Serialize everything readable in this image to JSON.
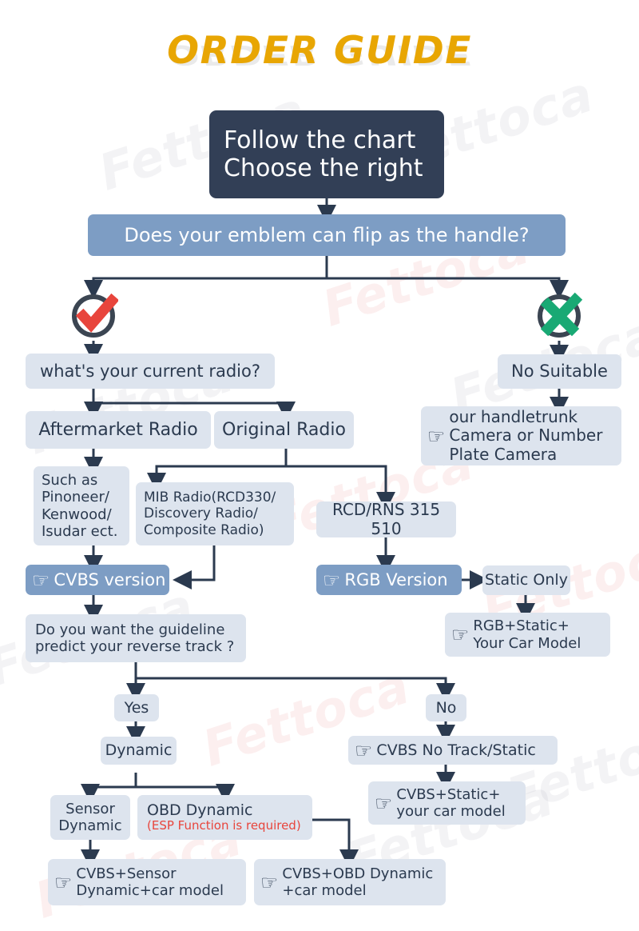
{
  "page": {
    "title": "ORDER GUIDE",
    "title_color": "#e8a603",
    "watermark_text": "Fettoca",
    "background": "#ffffff"
  },
  "palette": {
    "dark_box": "#323f56",
    "blue_box": "#7d9dc4",
    "light_box": "#dde4ee",
    "text_dark": "#2b3a4f",
    "text_light": "#ffffff",
    "accent_red": "#e8453c",
    "check_red": "#e8453c",
    "cross_green": "#19a974",
    "connector": "#2b3a4f"
  },
  "flow": {
    "header": {
      "line1": "Follow the chart",
      "line2": "Choose the right"
    },
    "question_emblem": "Does your emblem can flip as the handle?",
    "decision_yes_icon": "check-circle-icon",
    "decision_no_icon": "cross-circle-icon",
    "nodes": {
      "current_radio": "what's your current radio?",
      "aftermarket_radio": "Aftermarket Radio",
      "original_radio": "Original Radio",
      "no_suitable": "No Suitable",
      "handletrunk_camera_l1": "our handletrunk",
      "handletrunk_camera_l2": "Camera or Number",
      "handletrunk_camera_l3": "Plate Camera",
      "such_as_l1": "Such as",
      "such_as_l2": "Pinoneer/",
      "such_as_l3": "Kenwood/",
      "such_as_l4": "Isudar ect.",
      "mib_radio_l1": "MIB Radio(RCD330/",
      "mib_radio_l2": "Discovery Radio/",
      "mib_radio_l3": "Composite Radio)",
      "rcd_rns": "RCD/RNS 315 510",
      "cvbs_version": "CVBS version",
      "rgb_version": "RGB Version",
      "static_only": "Static Only",
      "rgb_static_l1": "RGB+Static+",
      "rgb_static_l2": "Your Car Model",
      "guideline_q_l1": "Do you want the guideline",
      "guideline_q_l2": "predict your reverse track ?",
      "yes": "Yes",
      "no": "No",
      "dynamic": "Dynamic",
      "cvbs_no_track": "CVBS  No Track/Static",
      "cvbs_static_l1": "CVBS+Static+",
      "cvbs_static_l2": "your car model",
      "sensor_dynamic_l1": "Sensor",
      "sensor_dynamic_l2": "Dynamic",
      "obd_dynamic": "OBD Dynamic",
      "obd_dynamic_note": "(ESP Function is required)",
      "result_sensor_l1": "CVBS+Sensor",
      "result_sensor_l2": "Dynamic+car model",
      "result_obd_l1": "CVBS+OBD Dynamic",
      "result_obd_l2": "+car model"
    },
    "icons": {
      "hand_pointer": "☞"
    }
  }
}
